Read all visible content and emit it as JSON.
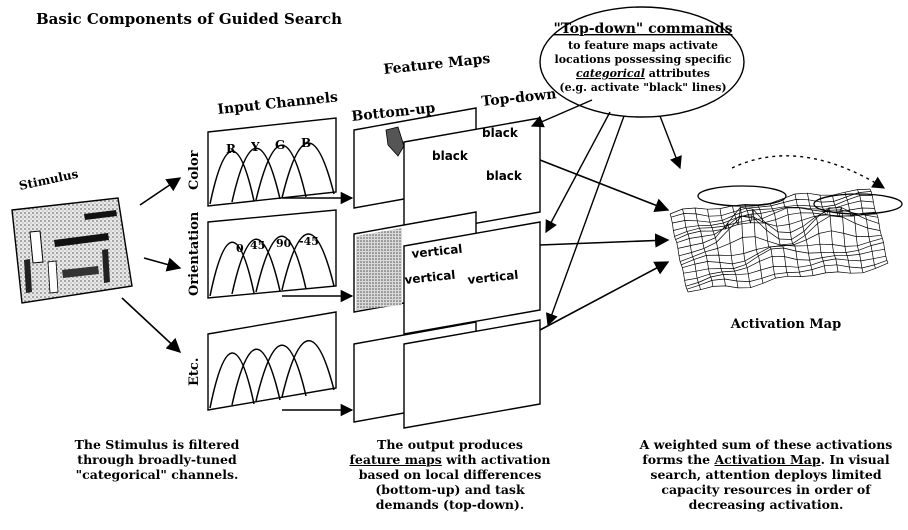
{
  "title": "Basic Components of Guided Search",
  "topdown_note": {
    "heading": "\"Top-down\" commands",
    "line1": "to feature maps activate",
    "line2": "locations possessing specific",
    "line3_em": "categorical",
    "line3_rest": " attributes",
    "line4": "(e.g. activate \"black\" lines)"
  },
  "stimulus_label": "Stimulus",
  "input_channels_label": "Input Channels",
  "feature_maps_label": "Feature Maps",
  "bottom_up_label": "Bottom-up",
  "top_down_label": "Top-down",
  "channels": {
    "color": {
      "label": "Color",
      "tuning": [
        "R",
        "Y",
        "G",
        "B"
      ],
      "topdown_words": [
        "black",
        "black",
        "black"
      ]
    },
    "orientation": {
      "label": "Orientation",
      "tuning": [
        "0",
        "45",
        "90",
        "-45"
      ],
      "topdown_words": [
        "vertical",
        "vertical",
        "vertical"
      ]
    },
    "etc": {
      "label": "Etc."
    }
  },
  "activation_map_label": "Activation Map",
  "captions": {
    "left": [
      "The Stimulus is filtered",
      "through broadly-tuned",
      "\"categorical\" channels."
    ],
    "middle": {
      "l1": "The output produces",
      "l2_u": "feature maps",
      "l2_rest": " with activation",
      "l3": "based on local differences",
      "l4": "(bottom-up) and task",
      "l5": "demands (top-down)."
    },
    "right": {
      "l1": "A weighted sum of these activations",
      "l2_pre": "forms the ",
      "l2_u": "Activation Map",
      "l2_rest": ". In visual",
      "l3": "search, attention deploys limited",
      "l4": "capacity resources in order of",
      "l5": "decreasing activation."
    }
  }
}
